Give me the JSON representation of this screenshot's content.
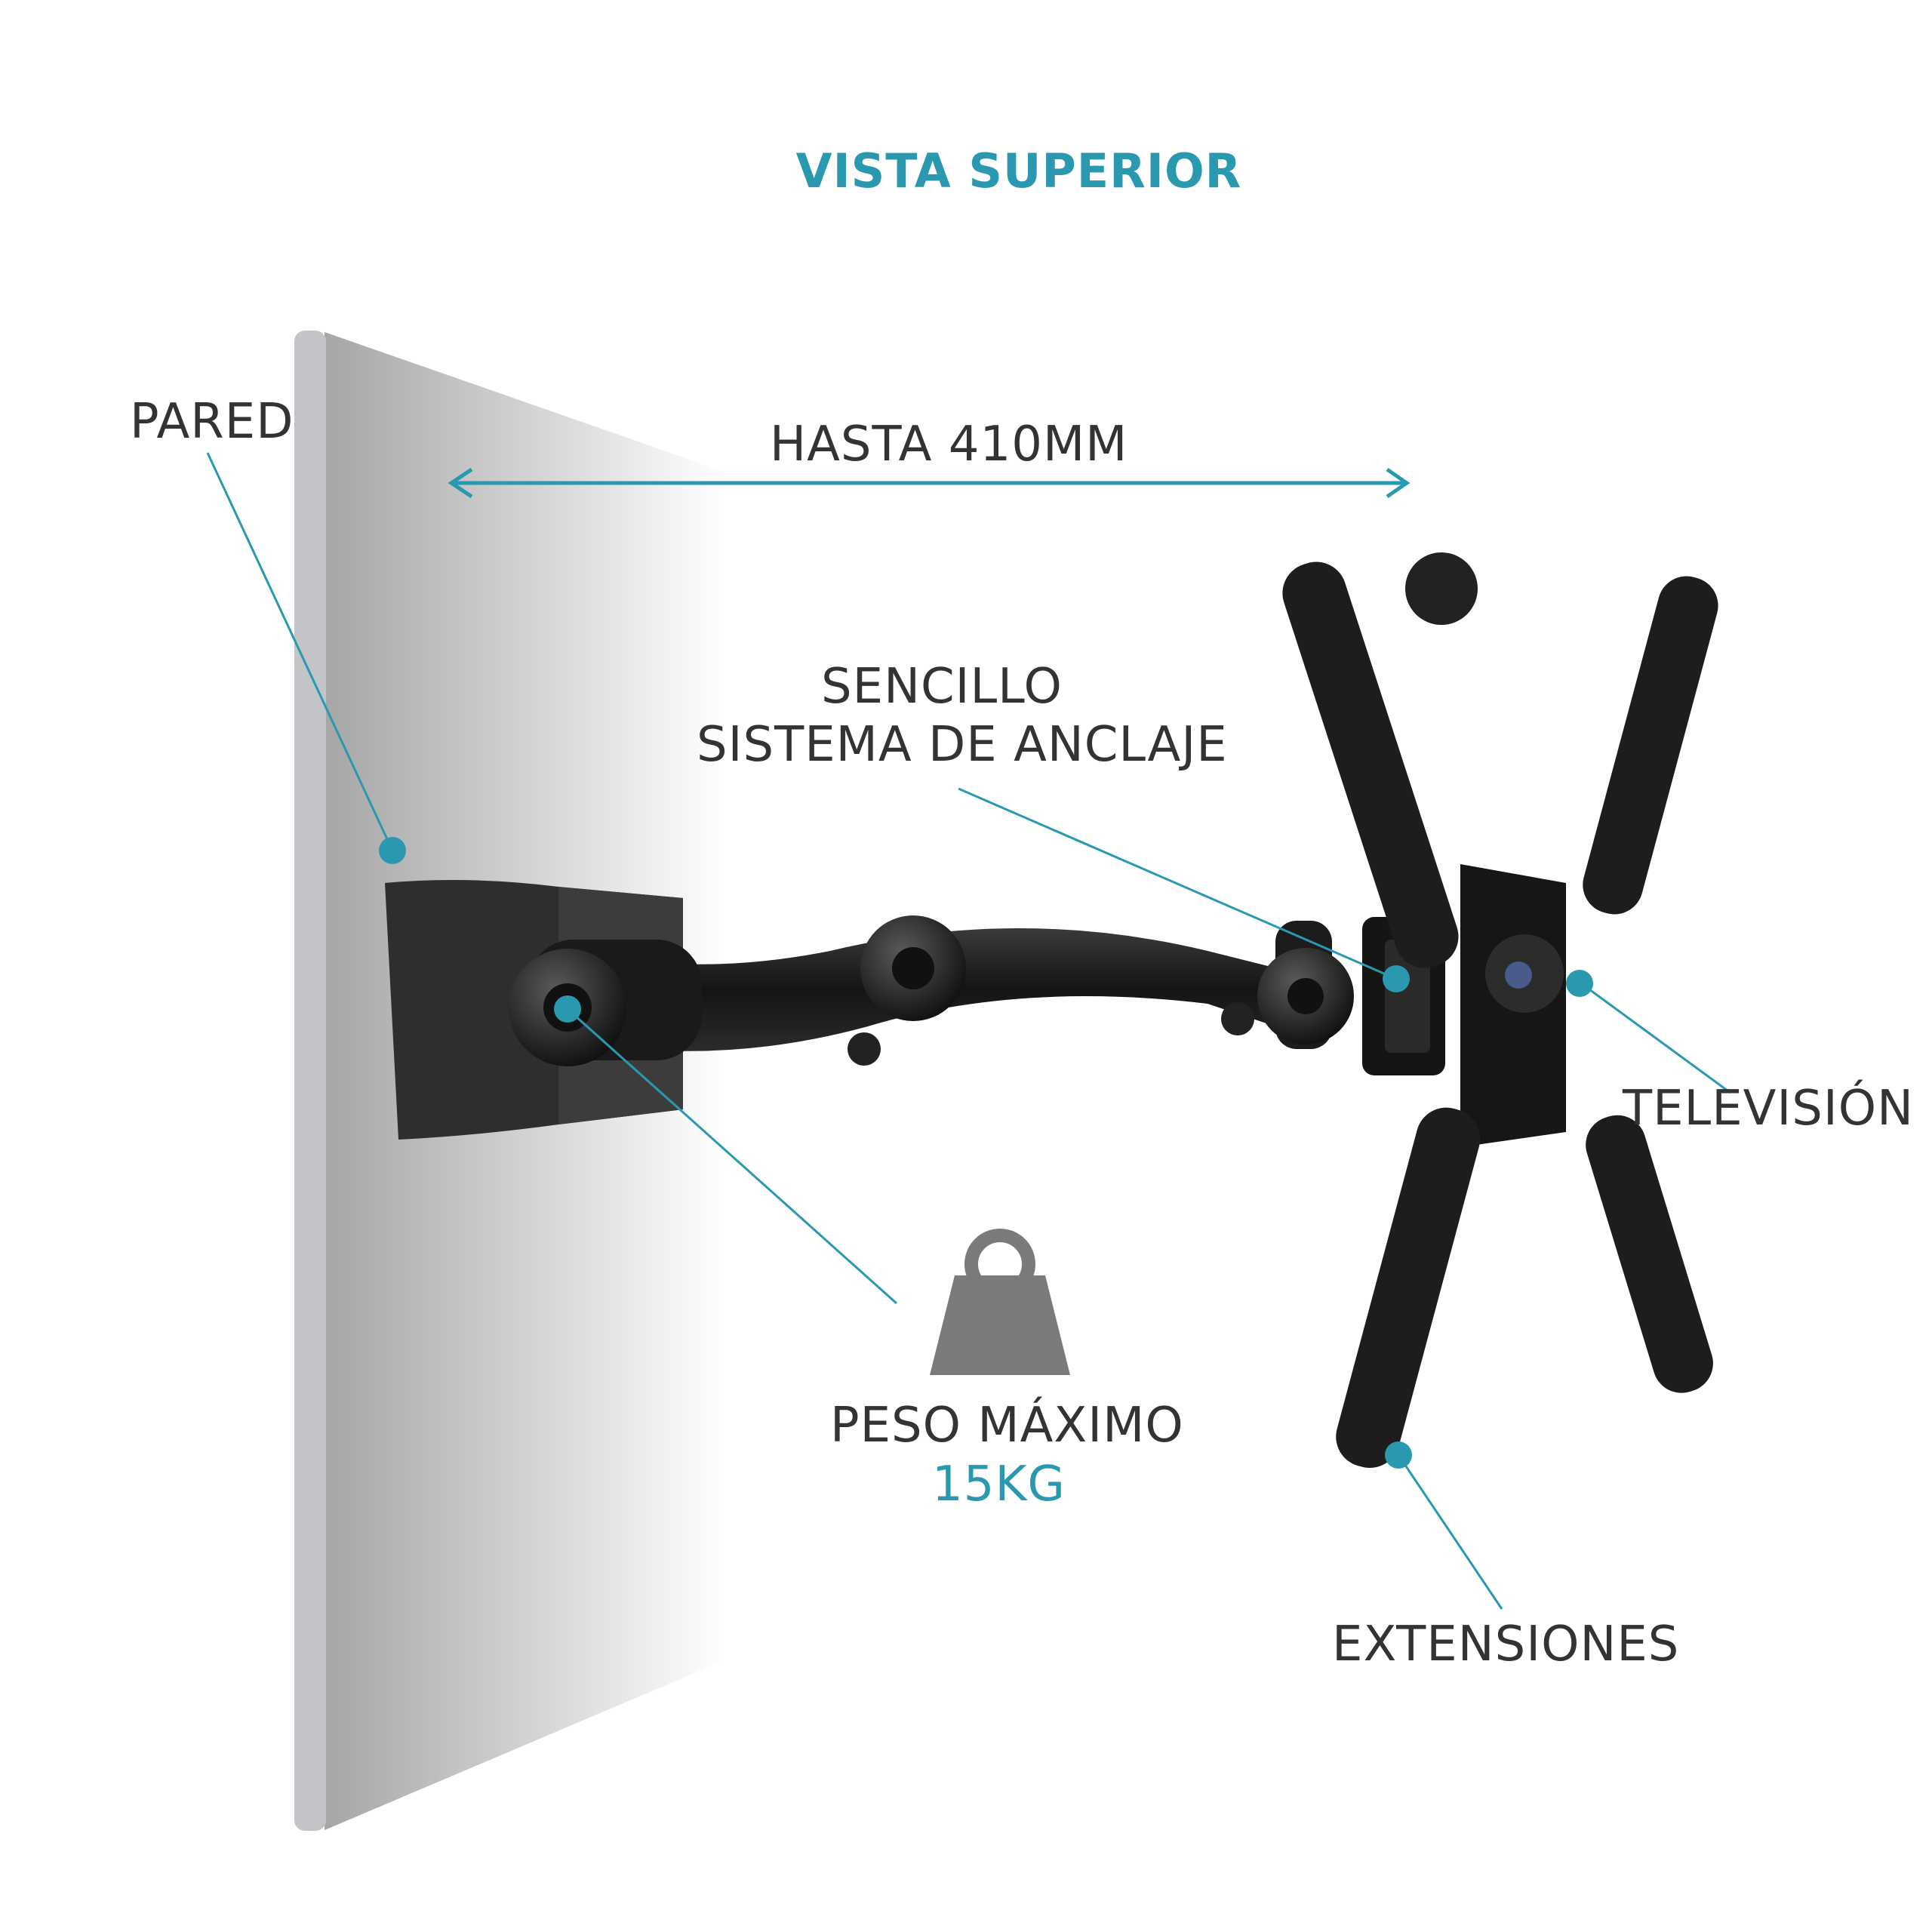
{
  "title": "VISTA SUPERIOR",
  "labels": {
    "wall": "PARED",
    "reach": "HASTA 410MM",
    "anchor_line1": "SENCILLO",
    "anchor_line2": "SISTEMA DE ANCLAJE",
    "tv": "TELEVISIÓN",
    "max_weight": "PESO MÁXIMO",
    "max_weight_value": "15KG",
    "extensions": "EXTENSIONES"
  },
  "colors": {
    "accent": "#2a99b0",
    "text": "#333333",
    "wall_edge": "#c2c4c8",
    "weight_icon": "#7a7a7a",
    "mount": "#1f1f1f"
  },
  "icons": {
    "weight": "weight-icon"
  }
}
